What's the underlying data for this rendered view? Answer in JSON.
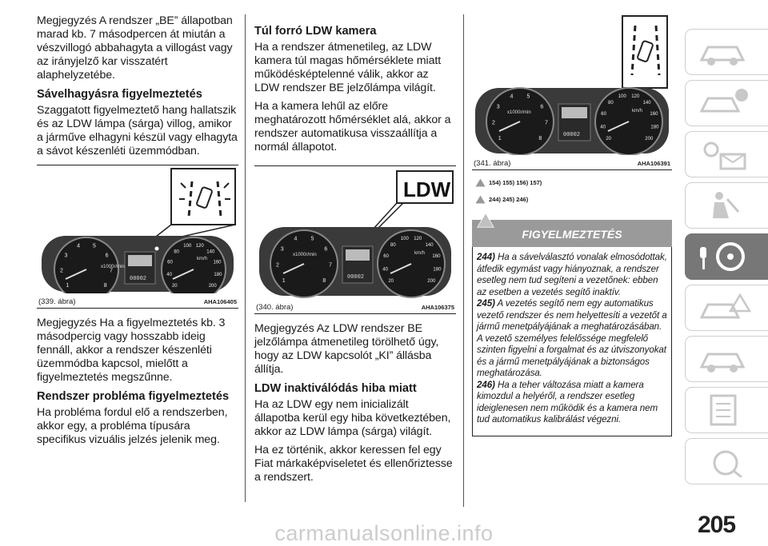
{
  "col1": {
    "p1": "Megjegyzés A rendszer „BE” állapotban marad kb. 7 másodpercen át miután a vészvillogó abbahagyta a villogást vagy az irányjelző kar visszatért alaphelyzetébe.",
    "h1": "Sávelhagyásra figyelmeztetés",
    "p2": "Szaggatott figyelmeztető hang hallatszik és az LDW lámpa (sárga) villog, amikor a járműve elhagyni készül vagy elhagyta a sávot készenléti üzemmódban.",
    "fig_caption": "(339. ábra)",
    "fig_code": "AHA106405",
    "p3": "Megjegyzés Ha a figyelmeztetés kb. 3 másodpercig vagy hosszabb ideig fennáll, akkor a rendszer készenléti üzemmódba kapcsol, mielőtt a figyelmeztetés megszűnne.",
    "h2": "Rendszer probléma figyelmeztetés",
    "p4": "Ha probléma fordul elő a rendszerben, akkor egy, a probléma típusára specifikus vizuális jelzés jelenik meg."
  },
  "col2": {
    "h1": "Túl forró LDW kamera",
    "p1": "Ha a rendszer átmenetileg, az LDW kamera túl magas hőmérséklete miatt működésképtelenné válik, akkor az LDW rendszer BE jelzőlámpa világít.",
    "p2": "Ha a kamera lehűl az előre meghatározott hőmérséklet alá, akkor a rendszer automatikusa visszaállítja a normál állapotot.",
    "fig_caption": "(340. ábra)",
    "fig_code": "AHA106375",
    "fig_label": "LDW",
    "p3": "Megjegyzés Az LDW rendszer BE jelzőlámpa átmenetileg törölhető úgy, hogy az LDW kapcsolót „KI” állásba állítja.",
    "h2": "LDW inaktiválódás hiba miatt",
    "p4": "Ha az LDW egy nem inicializált állapotba kerül egy hiba következtében, akkor az LDW lámpa (sárga) világít.",
    "p5": "Ha ez történik, akkor keressen fel egy Fiat márkaképviseletet és ellenőriztesse a rendszert."
  },
  "col3": {
    "fig_caption": "(341. ábra)",
    "fig_code": "AHA106391",
    "ref1": "154) 155) 156) 157)",
    "ref2": "244) 245) 246)",
    "warning_title": "FIGYELMEZTETÉS",
    "w1_num": "244)",
    "w1_text": "Ha a sávelválasztó vonalak elmosódottak, átfedik egymást vagy hiányoznak, a rendszer esetleg nem tud segíteni a vezetőnek: ebben az esetben a vezetés segítő inaktív.",
    "w2_num": "245)",
    "w2_text": "A vezetés segítő nem egy automatikus vezető rendszer és nem helyettesíti a vezetőt a jármű menetpályájának a meghatározásában. A vezető személyes felelőssége megfelelő szinten figyelni a forgalmat és az útviszonyokat és a jármű menetpályájának a biztonságos meghatározása.",
    "w3_num": "246)",
    "w3_text": "Ha a teher változása miatt a kamera kimozdul a helyéről, a rendszer esetleg ideiglenesen nem működik és a kamera nem tud automatikus kalibrálást végezni."
  },
  "gauge": {
    "rpm_label": "x1000r/min",
    "speed_label": "km/h",
    "odo": "00002",
    "rpm_ticks": [
      "1",
      "2",
      "3",
      "4",
      "5",
      "6",
      "7",
      "8"
    ],
    "speed_ticks": [
      "20",
      "40",
      "60",
      "80",
      "100",
      "120",
      "140",
      "160",
      "180",
      "200"
    ]
  },
  "page_number": "205",
  "watermark": "carmanualsonline.info",
  "colors": {
    "warning_header": "#9a9a9a",
    "sidebar_active": "#777777",
    "icon_outline": "#c8c8c8"
  },
  "sidebar_icons": [
    "car-dashboard-icon",
    "car-info-icon",
    "lights-mail-icon",
    "airbag-seat-icon",
    "key-steering-icon",
    "car-warning-icon",
    "car-maintenance-icon",
    "spec-sheet-icon",
    "index-letters-icon"
  ]
}
